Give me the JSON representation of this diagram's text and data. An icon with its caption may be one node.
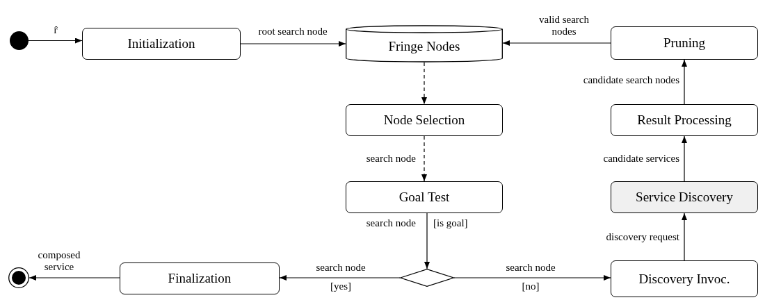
{
  "diagram": {
    "nodes": [
      {
        "text": [],
        "shape": "circle"
      },
      {
        "text": [
          "Initialization"
        ]
      },
      {
        "text": [
          "Fringe Nodes"
        ]
      },
      {
        "text": [
          "Pruning"
        ]
      },
      {
        "text": [
          "Node Selection"
        ]
      },
      {
        "text": [
          "Result Processing"
        ]
      },
      {
        "text": [
          "Goal Test"
        ]
      },
      {
        "text": [
          "Service Discovery"
        ]
      },
      {
        "text": [],
        "shape": "diamond"
      },
      {
        "text": [
          "Finalization"
        ]
      },
      {
        "text": [
          "Discovery Invoc."
        ]
      },
      {
        "text": [],
        "shape": "circle"
      }
    ],
    "edges": [
      {
        "from": 0,
        "to": 1,
        "arrow": "to",
        "label": "r̂"
      },
      {
        "from": 1,
        "to": 2,
        "arrow": "to",
        "label": "root search node"
      },
      {
        "from": 3,
        "to": 2,
        "arrow": "to",
        "label": "valid search nodes"
      },
      {
        "from": 2,
        "to": 4,
        "arrow": "to",
        "style": "dashed"
      },
      {
        "from": 4,
        "to": 6,
        "arrow": "to",
        "style": "dashed",
        "label": "search node"
      },
      {
        "from": 6,
        "to": 8,
        "arrow": "to",
        "label": "search node"
      },
      {
        "from": 8,
        "to": 9,
        "arrow": "to",
        "label": "search node"
      },
      {
        "from": 8,
        "to": 10,
        "arrow": "to",
        "label": "search node"
      },
      {
        "from": 10,
        "to": 7,
        "arrow": "to",
        "label": "discovery request"
      },
      {
        "from": 7,
        "to": 5,
        "arrow": "to",
        "label": "candidate services"
      },
      {
        "from": 5,
        "to": 3,
        "arrow": "to",
        "label": "candidate search nodes"
      },
      {
        "from": 9,
        "to": 11,
        "arrow": "to",
        "label": "composed service"
      }
    ],
    "labels": [
      "[is goal]",
      "[yes]",
      "[no]"
    ]
  }
}
